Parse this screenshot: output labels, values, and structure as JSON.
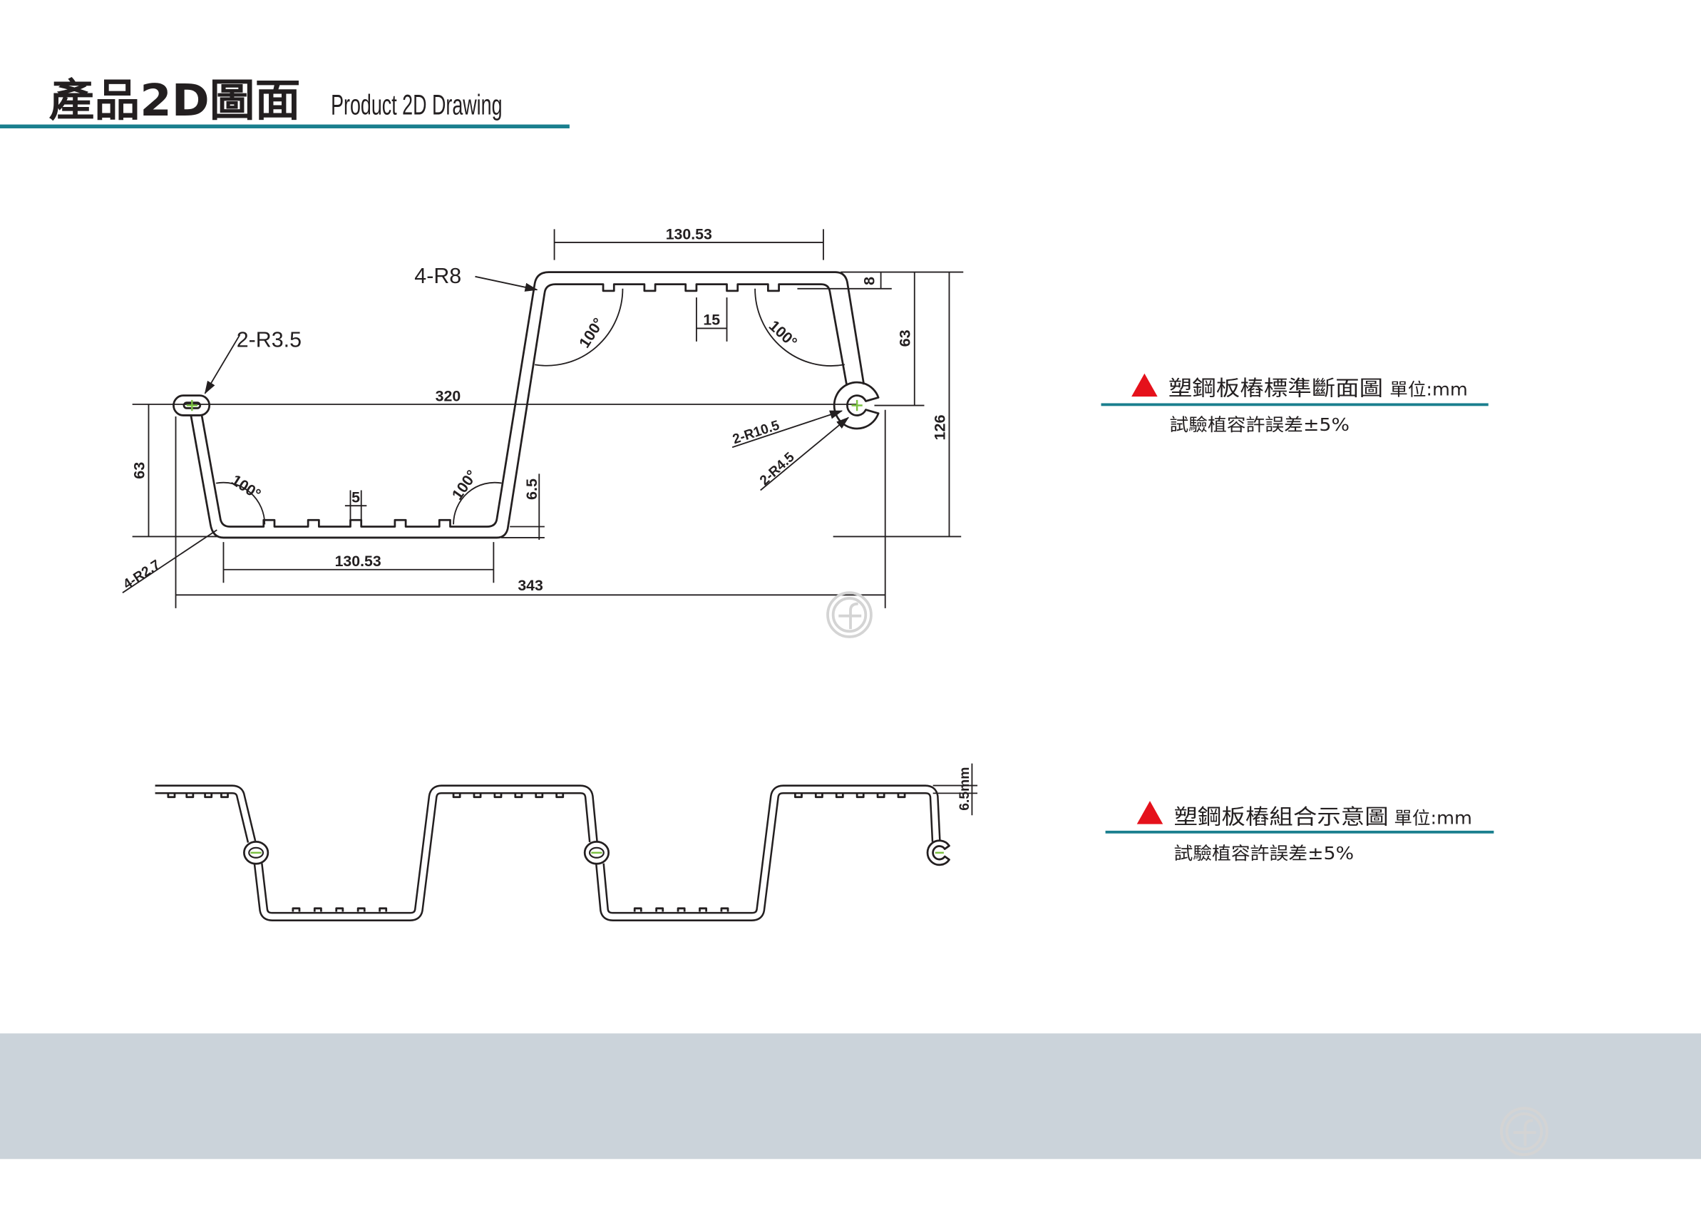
{
  "page": {
    "title_cn": "產品2D圖面",
    "title_en": "Product 2D Drawing"
  },
  "standard_section": {
    "top_flange_width": "130.53",
    "top_corner_radius": "4-R8",
    "interlock_ball_radius": "2-R3.5",
    "top_flange_thickness": "8",
    "upper_height": "63",
    "tooth_spacing": "15",
    "angle_top_left": "100°",
    "angle_top_right": "100°",
    "interlock_spacing": "320",
    "socket_outer_radius": "2-R10.5",
    "socket_inner_radius": "2-R4.5",
    "total_height": "126",
    "lower_height": "63",
    "angle_bottom_left": "100°",
    "angle_bottom_right": "100°",
    "wall_thickness": "6.5",
    "tooth_width": "5",
    "bottom_corner_radius": "4-R2.7",
    "bottom_flange_width": "130.53",
    "total_width": "343"
  },
  "combined_section": {
    "wall_thickness": "6.5mm"
  },
  "legend_standard": {
    "title": "塑鋼板樁標準斷面圖",
    "unit": "單位:mm",
    "note": "試驗植容許誤差±5%"
  },
  "legend_combined": {
    "title": "塑鋼板樁組合示意圖",
    "unit": "單位:mm",
    "note": "試驗植容許誤差±5%"
  },
  "icons": {
    "legend_marker": "red-triangle-icon",
    "watermark": "company-logo-icon"
  },
  "colors": {
    "accent_line": "#1a7f8e",
    "marker_red": "#e5111b",
    "footer_band": "#cbd3da",
    "drawing_line": "#231f20",
    "center_mark": "#7cc242",
    "watermark": "#d4d4d4"
  }
}
